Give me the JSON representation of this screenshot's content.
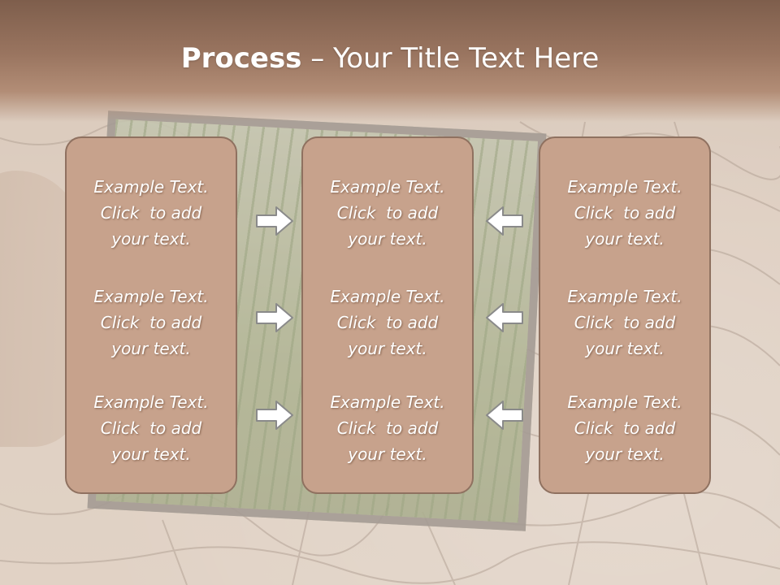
{
  "title": {
    "bold": "Process",
    "rest": "– Your Title Text Here"
  },
  "columns": {
    "left": [
      {
        "line1": "Example Text.",
        "line2": "Click  to add",
        "line3": "your text."
      },
      {
        "line1": "Example Text.",
        "line2": "Click  to add",
        "line3": "your text."
      },
      {
        "line1": "Example Text.",
        "line2": "Click  to add",
        "line3": "your text."
      }
    ],
    "middle": [
      {
        "line1": "Example Text.",
        "line2": "Click  to add",
        "line3": "your text."
      },
      {
        "line1": "Example Text.",
        "line2": "Click  to add",
        "line3": "your text."
      },
      {
        "line1": "Example Text.",
        "line2": "Click  to add",
        "line3": "your text."
      }
    ],
    "right": [
      {
        "line1": "Example Text.",
        "line2": "Click  to add",
        "line3": "your text."
      },
      {
        "line1": "Example Text.",
        "line2": "Click  to add",
        "line3": "your text."
      },
      {
        "line1": "Example Text.",
        "line2": "Click  to add",
        "line3": "your text."
      }
    ]
  },
  "arrows": {
    "left_side": [
      "right-arrow-icon",
      "right-arrow-icon",
      "right-arrow-icon"
    ],
    "right_side": [
      "left-arrow-icon",
      "left-arrow-icon",
      "left-arrow-icon"
    ]
  },
  "colors": {
    "title_band": "#9a7560",
    "box_fill": "#c7a28c",
    "box_border": "#8f7160",
    "text": "#ffffff"
  }
}
